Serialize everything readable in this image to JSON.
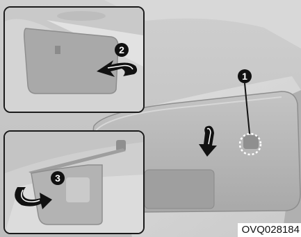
{
  "callouts": {
    "step_1": "1",
    "step_2": "2",
    "step_3": "3"
  },
  "image_code": "OVQ028184",
  "icons": {
    "fold_down": "fold-down-arrow-icon",
    "swing_side": "swing-side-arrow-icon",
    "slide": "slide-arrow-icon"
  },
  "colors": {
    "arrow": "#111111",
    "badge": "#111111",
    "inset_border": "#1a1a1a"
  }
}
